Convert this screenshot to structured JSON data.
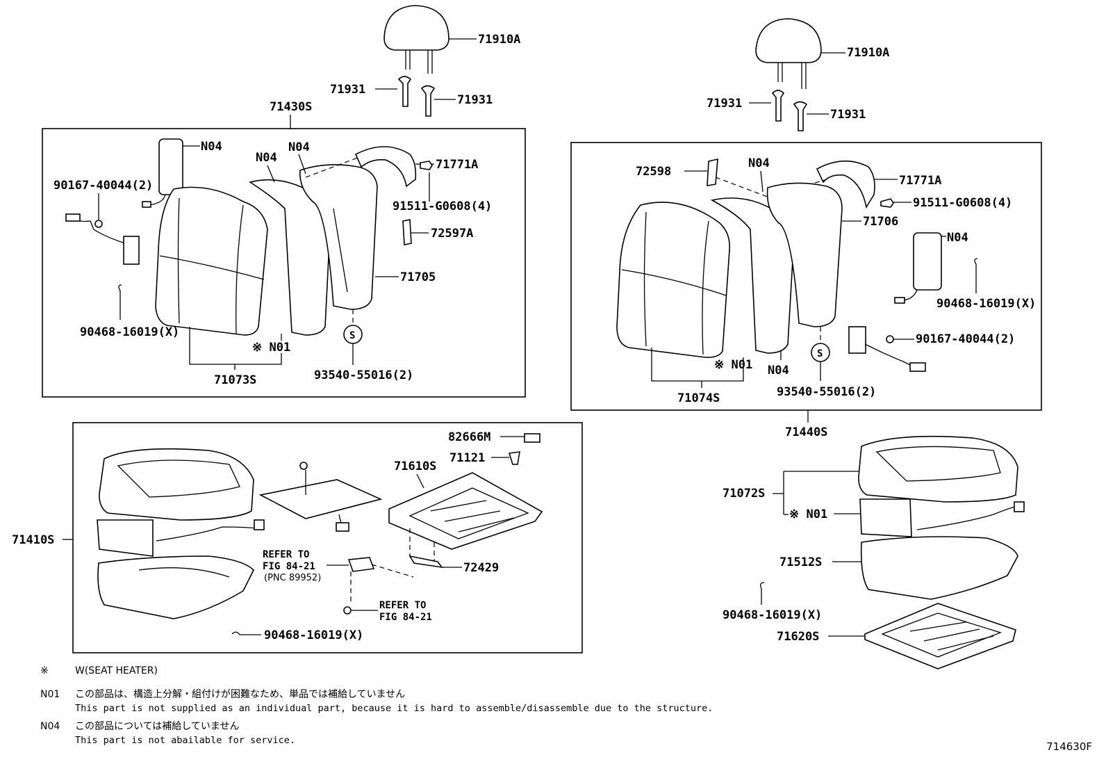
{
  "labels": {
    "l_71910A_left": "71910A",
    "l_71931_left_a": "71931",
    "l_71931_left_b": "71931",
    "l_71430S": "71430S",
    "l_N04_a": "N04",
    "l_N04_b": "N04",
    "l_N04_c": "N04",
    "l_71771A_left": "71771A",
    "l_90167_left": "90167-40044(2)",
    "l_91511_left": "91511-G0608(4)",
    "l_72597A": "72597A",
    "l_71705": "71705",
    "l_90468_left": "90468-16019(X)",
    "l_N01_left": "※ N01",
    "l_71073S": "71073S",
    "l_93540_left": "93540-55016(2)",
    "l_71910A_right": "71910A",
    "l_71931_right_a": "71931",
    "l_71931_right_b": "71931",
    "l_72598": "72598",
    "l_N04_d": "N04",
    "l_71771A_right": "71771A",
    "l_91511_right": "91511-G0608(4)",
    "l_71706": "71706",
    "l_N04_e": "N04",
    "l_90468_right": "90468-16019(X)",
    "l_90167_right": "90167-40044(2)",
    "l_N01_right": "※ N01",
    "l_N04_f": "N04",
    "l_71074S": "71074S",
    "l_93540_right": "93540-55016(2)",
    "l_71440S": "71440S",
    "l_82666M": "82666M",
    "l_71121": "71121",
    "l_71610S": "71610S",
    "l_71410S": "71410S",
    "l_refer1_a": "REFER TO",
    "l_refer1_b": "FIG 84-21",
    "l_pnc": "(PNC 89952)",
    "l_72429": "72429",
    "l_refer2_a": "REFER TO",
    "l_refer2_b": "FIG 84-21",
    "l_90468_bottom": "90468-16019(X)",
    "l_71072S": "71072S",
    "l_N01_cushion": "※ N01",
    "l_71512S": "71512S",
    "l_90468_cushion": "90468-16019(X)",
    "l_71620S": "71620S",
    "l_S_left": "S",
    "l_S_right": "S"
  },
  "notes": {
    "seat_heater_mark": "※",
    "seat_heater_text": "W(SEAT HEATER)",
    "n01_key": "N01",
    "n01_jp": "この部品は、構造上分解・組付けが困難なため、単品では補給していません",
    "n01_en": "This part is not supplied as an individual part,  because it is hard to assemble/disassemble due to the structure.",
    "n04_key": "N04",
    "n04_jp": "この部品については補給していません",
    "n04_en": "This part is not abailable for service."
  },
  "figure_number": "714630F"
}
